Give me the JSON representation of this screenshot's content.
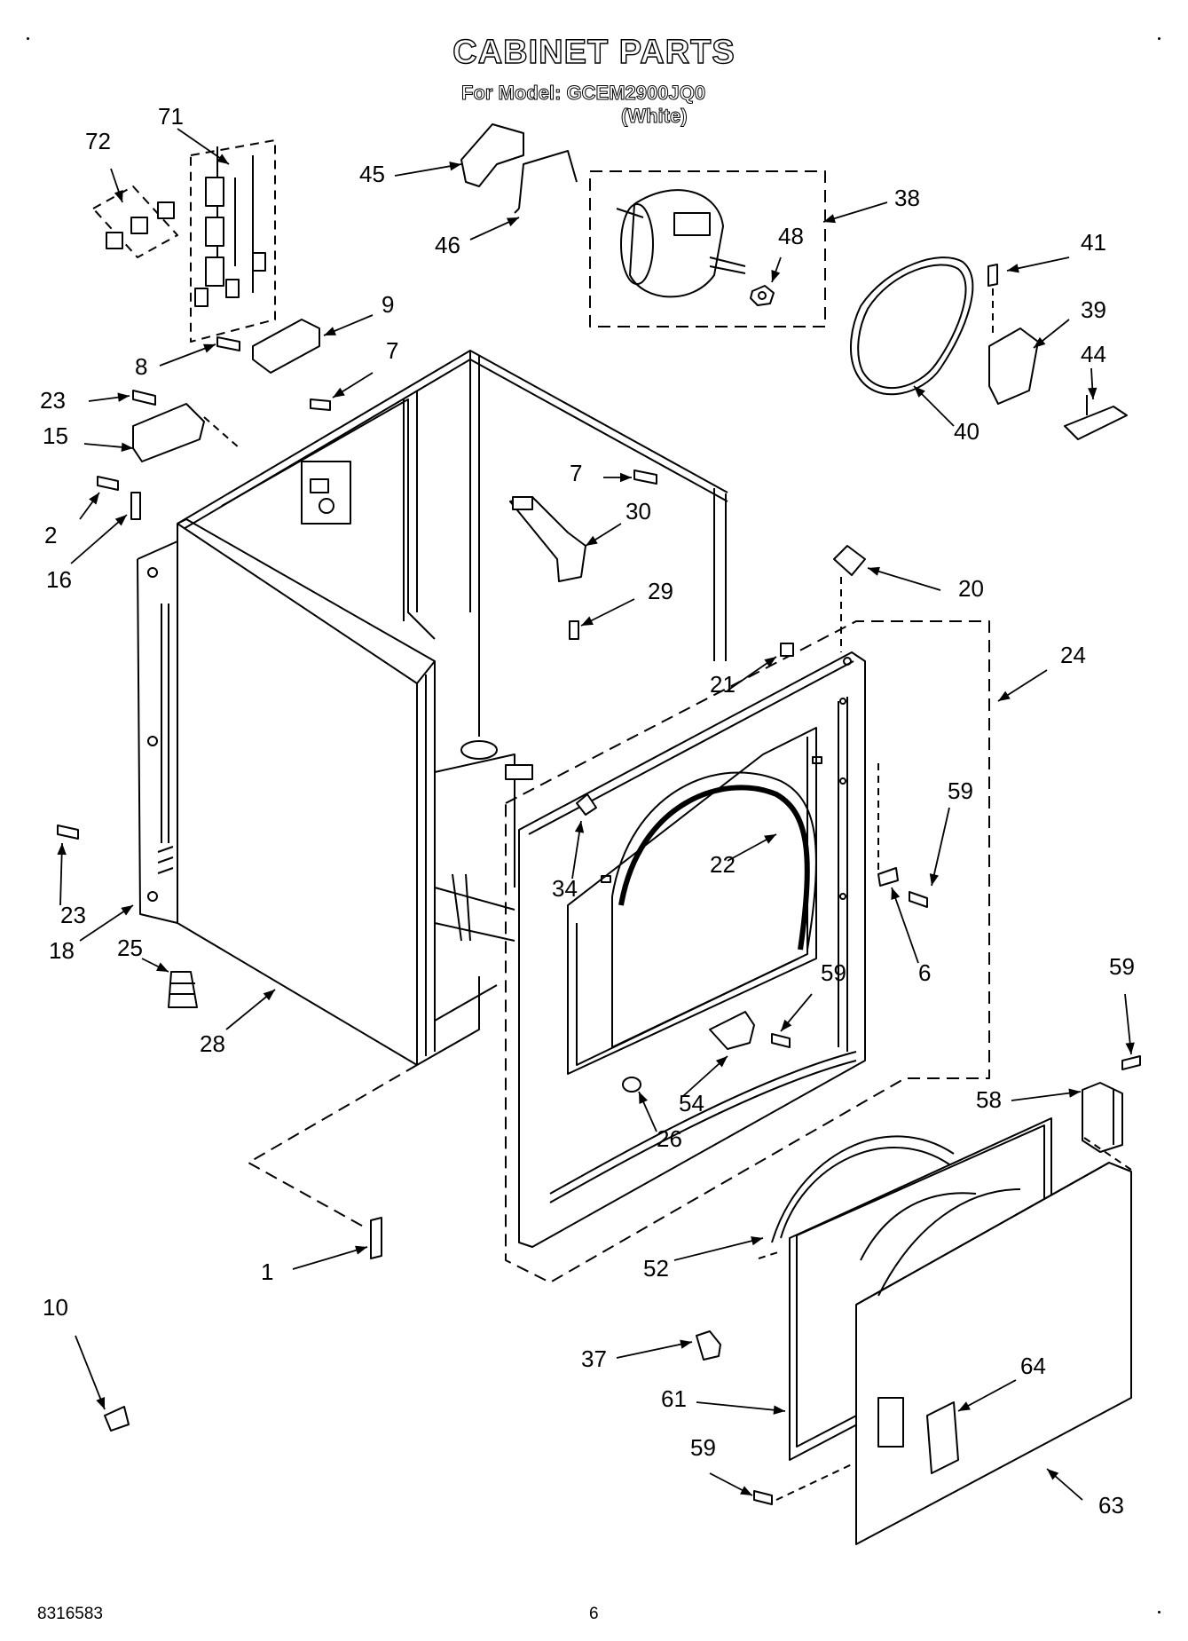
{
  "title": "CABINET PARTS",
  "model_line": "For Model: GCEM2900JQ0",
  "color_line": "(White)",
  "footer": {
    "doc_number": "8316583",
    "page": "6"
  },
  "callouts": [
    "72",
    "71",
    "45",
    "46",
    "38",
    "48",
    "41",
    "39",
    "44",
    "40",
    "9",
    "8",
    "7",
    "23",
    "15",
    "2",
    "16",
    "7",
    "30",
    "29",
    "20",
    "24",
    "21",
    "59",
    "22",
    "34",
    "6",
    "23",
    "18",
    "25",
    "28",
    "59",
    "54",
    "26",
    "59",
    "58",
    "52",
    "1",
    "37",
    "64",
    "61",
    "59",
    "63",
    "10"
  ]
}
